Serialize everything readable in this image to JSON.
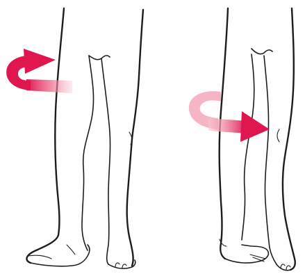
{
  "figures": [
    {
      "name": "legs-left",
      "rotation": "external",
      "arrow_color": "#e0164f"
    },
    {
      "name": "legs-right",
      "rotation": "internal",
      "arrow_color": "#e0164f"
    }
  ]
}
